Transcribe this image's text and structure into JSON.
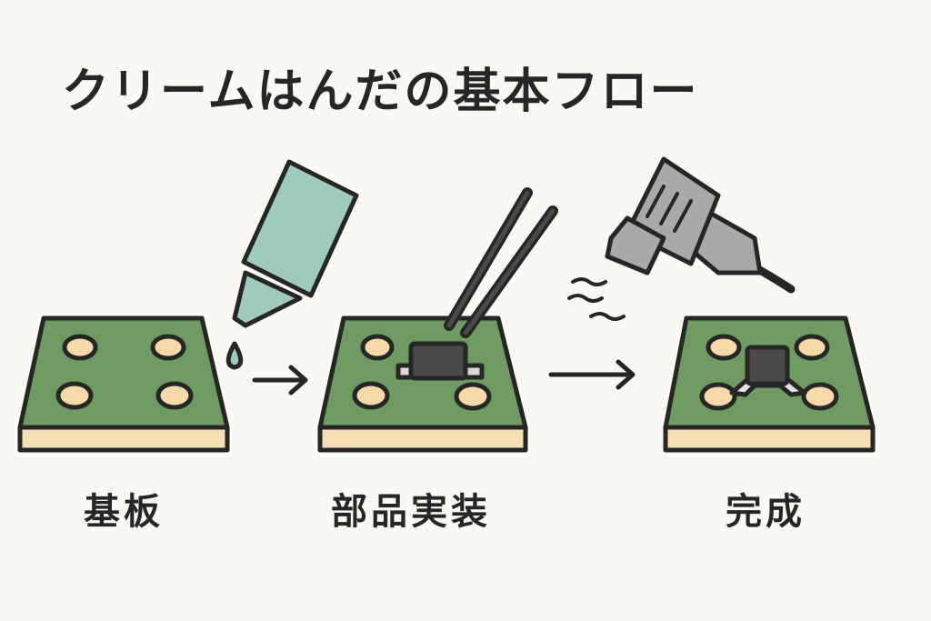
{
  "title": "クリームはんだの基本フロー",
  "steps": [
    {
      "label": "基板"
    },
    {
      "label": "部品実装"
    },
    {
      "label": "完成"
    }
  ],
  "colors": {
    "background": "#fbf9f3",
    "board": "#6f9a62",
    "board_edge": "#f6deb5",
    "pad": "#f6d9a8",
    "outline": "#262626",
    "bottle": "#9fcbbf",
    "heat_gun": "#a9a9a9",
    "component": "#4a4a4a"
  }
}
